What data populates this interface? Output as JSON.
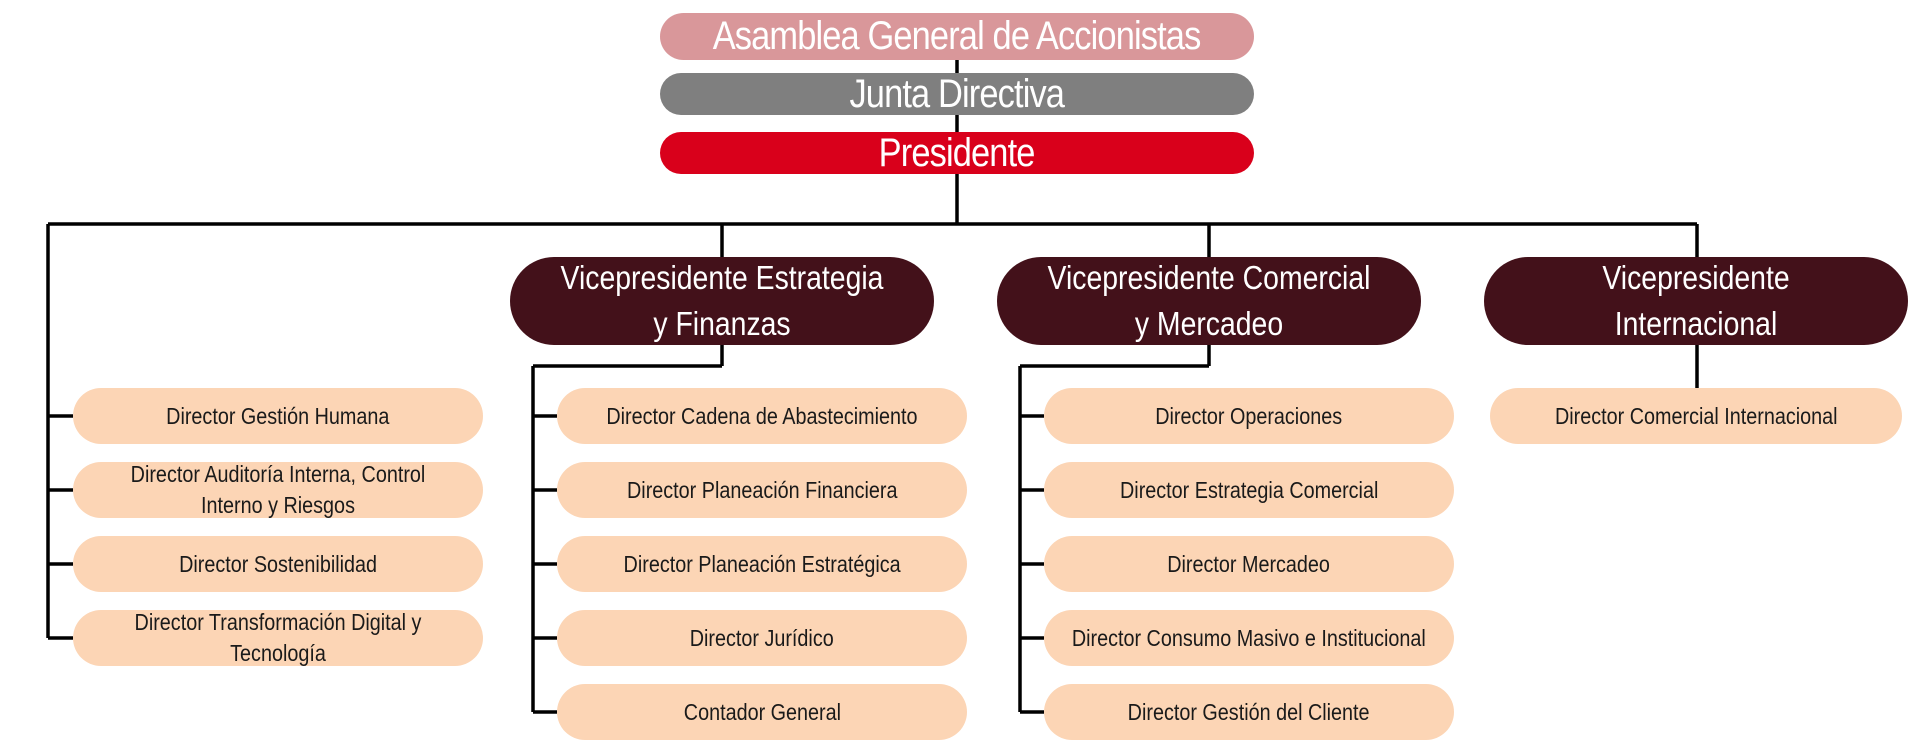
{
  "colors": {
    "assembly": "#d9979a",
    "board": "#7f7f7f",
    "president": "#d9001b",
    "vp": "#43111a",
    "director": "#fcd5b5",
    "connector": "#000000"
  },
  "top": {
    "assembly": "Asamblea General de Accionistas",
    "board": "Junta Directiva",
    "president": "Presidente"
  },
  "president_direct": [
    "Director Gestión Humana",
    "Director Auditoría Interna, Control Interno y Riesgos",
    "Director Sostenibilidad",
    "Director Transformación Digital y Tecnología"
  ],
  "vps": [
    {
      "title": "Vicepresidente Estrategia y Finanzas",
      "directors": [
        "Director Cadena de Abastecimiento",
        "Director Planeación Financiera",
        "Director Planeación Estratégica",
        "Director Jurídico",
        "Contador General"
      ]
    },
    {
      "title": "Vicepresidente Comercial y Mercadeo",
      "directors": [
        "Director Operaciones",
        "Director Estrategia Comercial",
        "Director Mercadeo",
        "Director Consumo Masivo e Institucional",
        "Director Gestión del Cliente"
      ]
    },
    {
      "title": "Vicepresidente Internacional",
      "directors": [
        "Director Comercial Internacional"
      ]
    }
  ]
}
